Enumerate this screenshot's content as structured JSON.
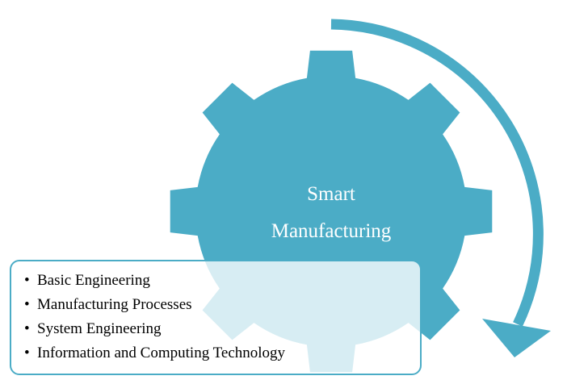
{
  "center_label": {
    "line1": "Smart",
    "line2": "Manufacturing"
  },
  "components": [
    "Basic Engineering",
    "Manufacturing Processes",
    "System Engineering",
    "Information and Computing Technology"
  ],
  "bullet_symbol": "•",
  "colors": {
    "gear": "#4BACC6",
    "arrow": "#4BACC6",
    "box_border": "#4BACC6",
    "gear_text": "#ffffff",
    "list_text": "#000000"
  }
}
